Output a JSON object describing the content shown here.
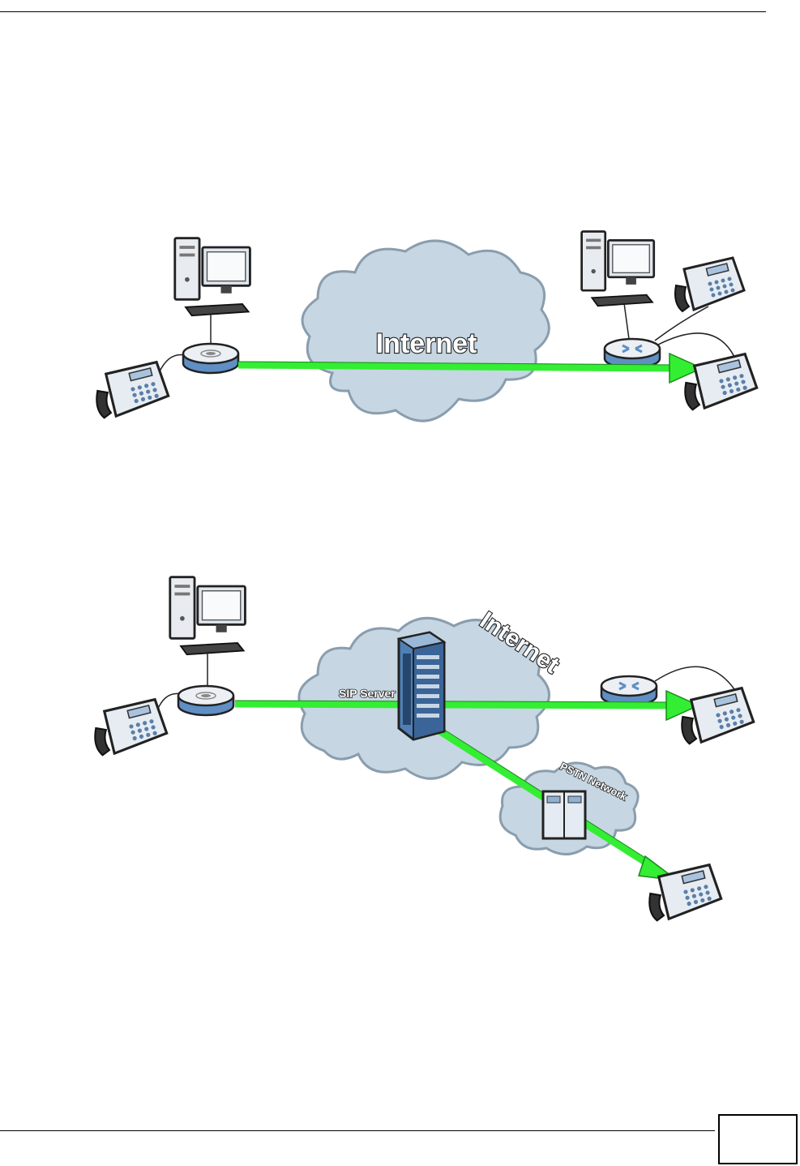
{
  "page_number": "",
  "diagram1": {
    "cloud_label": "Internet"
  },
  "diagram2": {
    "cloud_label": "Internet",
    "sip_server_label": "SIP Server",
    "pstn_label": "PSTN Network"
  },
  "colors": {
    "flow_arrow": "#33ee33",
    "cloud_fill": "#c6d6e2",
    "device_blue": "#5f8fc4"
  }
}
